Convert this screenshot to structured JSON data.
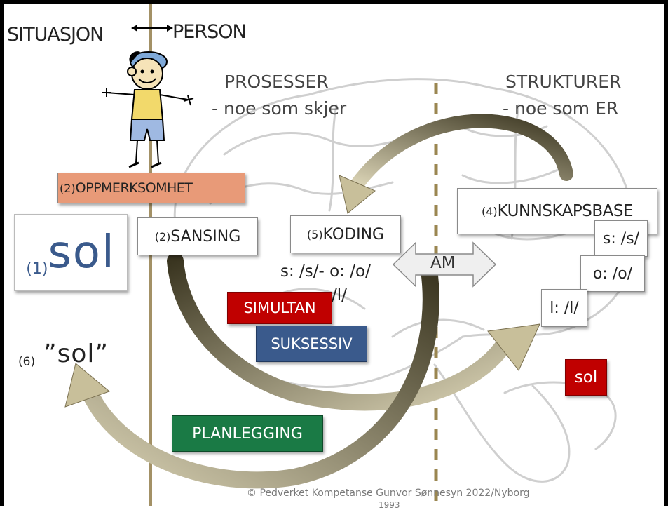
{
  "header": {
    "left_label": "SITUASJON",
    "right_label": "PERSON"
  },
  "columns": {
    "processes_title": "PROSESSER",
    "processes_subtitle": "- noe som skjer",
    "structures_title": "STRUKTURER",
    "structures_subtitle": "- noe som ER"
  },
  "boxes": {
    "attention_num": "(2)",
    "attention_label": "OPPMERKSOMHET",
    "sensing_num": "(2)",
    "sensing_label": "SANSING",
    "word_num": "(1)",
    "word_label": "sol",
    "coding_num": "(5)",
    "coding_label": "KODING",
    "knowledge_num": "(4)",
    "knowledge_label": "KUNNSKAPSBASE",
    "am_label": "AM",
    "output_num": "(6)",
    "output_label": "”sol”"
  },
  "coding_values": {
    "line1": "s: /s/- o: /o/",
    "line2": "/l/"
  },
  "knowledge_items": [
    "s: /s/",
    "o: /o/",
    "l: /l/"
  ],
  "tags": {
    "simultan": "SIMULTAN",
    "suksessiv": "SUKSESSIV",
    "planlegging": "PLANLEGGING",
    "sol": "sol"
  },
  "footer": {
    "line1": "© Pedverket Kompetanse Gunvor Sønnesyn  2022/Nyborg",
    "line2": "1993"
  },
  "colors": {
    "attention_fill": "#e89a78",
    "simultan_fill": "#c00000",
    "suksessiv_fill": "#3a5a8c",
    "planlegging_fill": "#1a7a45",
    "sol_fill": "#c00000",
    "word_text": "#3a5a8c",
    "solid_divider": "#a39166",
    "dashed_divider": "#9a8650",
    "arrow": "#7a7050",
    "subtitle_text": "#444444"
  }
}
